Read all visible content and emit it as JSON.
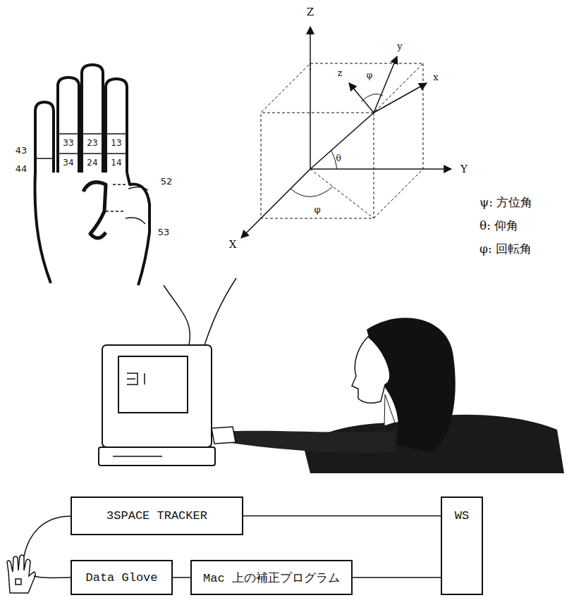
{
  "diagram": {
    "nodes": [
      {
        "text": [
          "3SPACE TRACKER"
        ]
      },
      {
        "text": [
          "WS"
        ]
      },
      {
        "text": [
          "Data Glove"
        ]
      },
      {
        "text": [
          "Mac 上の補正プログラム"
        ]
      }
    ],
    "edges": [
      {
        "from": 0,
        "to": 1,
        "arrow": "none"
      },
      {
        "from": 2,
        "to": 3,
        "arrow": "none"
      },
      {
        "from": 3,
        "to": 1,
        "arrow": "none"
      }
    ],
    "labels": [
      "33",
      "23",
      "13",
      "34",
      "24",
      "14",
      "43",
      "44",
      "52",
      "53",
      "Z",
      "Y",
      "X",
      "z",
      "y",
      "x",
      "φ",
      "θ",
      "φ",
      "ψ: 方位角",
      "θ: 仰角",
      "φ: 回転角"
    ]
  }
}
